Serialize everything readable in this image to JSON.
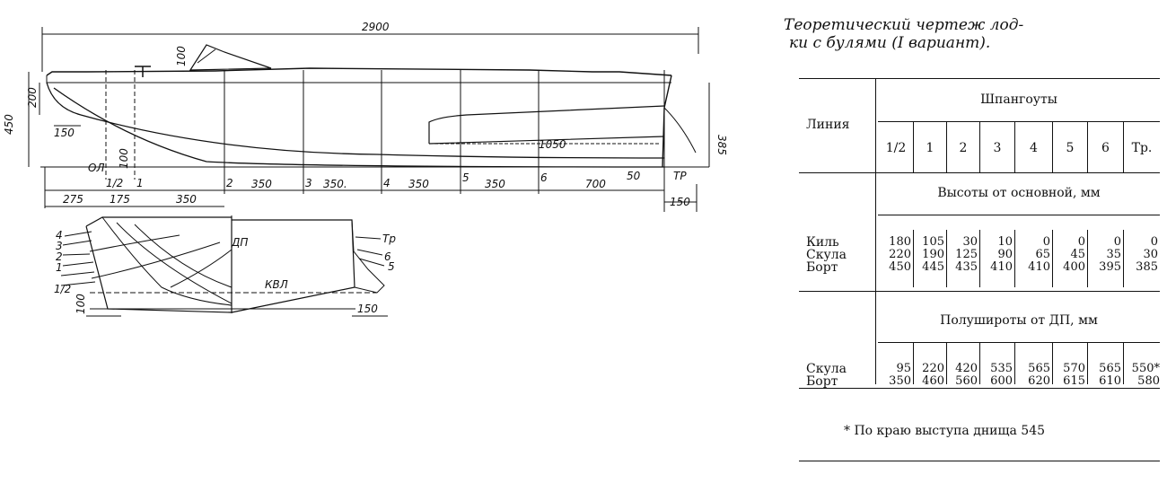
{
  "caption": {
    "line1": "Теоретический чертеж лод-",
    "line2": "ки с булями (I вариант)."
  },
  "drawing": {
    "dims": {
      "overall_length": "2900",
      "total_height": "450",
      "bow_height": "200",
      "bow_offset": "150",
      "deck_step": "100",
      "keel_height": "100",
      "stern_height": "385",
      "bulge_length": "1050",
      "transom_offset": "50",
      "transom_width": "150",
      "bottom_offset": "275",
      "sp_half_1": "175",
      "sp_1_2": "350",
      "sp_2_3": "350",
      "sp_3_4": "350.",
      "sp_4_5": "350",
      "sp_5_6": "350",
      "sp_6_tr": "700",
      "body_keel": "100",
      "body_transom": "150"
    },
    "labels": {
      "baseline": "ОЛ",
      "frame_half": "1/2",
      "frame_1": "1",
      "frame_2": "2",
      "frame_3": "3",
      "frame_4": "4",
      "frame_5": "5",
      "frame_6": "6",
      "transom": "ТР",
      "body_4": "4",
      "body_3": "3",
      "body_2": "2",
      "body_1": "1",
      "body_half": "1/2",
      "centerline": "ДП",
      "waterline": "КВЛ",
      "body_tr": "Тр",
      "body_6": "6",
      "body_5": "5"
    }
  },
  "table": {
    "line_header": "Линия",
    "frames_header": "Шпангоуты",
    "columns": [
      "1/2",
      "1",
      "2",
      "3",
      "4",
      "5",
      "6",
      "Тр."
    ],
    "heights_title": "Высоты от основной, мм",
    "heights_rows_label": "Киль\nСкула\nБорт",
    "heights": [
      [
        "180",
        "105",
        "30",
        "10",
        "0",
        "0",
        "0",
        "0"
      ],
      [
        "220",
        "190",
        "125",
        "90",
        "65",
        "45",
        "35",
        "30"
      ],
      [
        "450",
        "445",
        "435",
        "410",
        "410",
        "400",
        "395",
        "385"
      ]
    ],
    "halfwidths_title": "Полуширoты от ДП, мм",
    "halfwidths_rows_label": "Скула\nБорт",
    "halfwidths": [
      [
        "95",
        "220",
        "420",
        "535",
        "565",
        "570",
        "565",
        "550*"
      ],
      [
        "350",
        "460",
        "560",
        "600",
        "620",
        "615",
        "610",
        "580"
      ]
    ],
    "footnote": "* По краю выступа днища 545"
  }
}
